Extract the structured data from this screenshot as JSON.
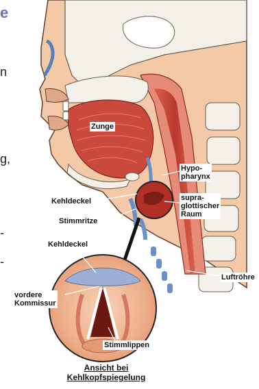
{
  "labels": {
    "zunge": "Zunge",
    "hypopharynx": [
      "Hypo-",
      "pharynx"
    ],
    "supraglottisch": [
      "supra-",
      "glottischer",
      "Raum"
    ],
    "kehldeckel_side": "Kehldeckel",
    "stimmritze": "Stimmritze",
    "kehldeckel_inset": "Kehldeckel",
    "vordere_kommissur": [
      "vordere",
      "Kommissur"
    ],
    "luftroehre": "Luftröhre",
    "stimmlippen": "Stimmlippen",
    "ansicht": [
      "Ansicht bei",
      "Kehlkopfspiegelung"
    ]
  },
  "edge_text": {
    "title_fragment": "e",
    "fragments": [
      "n",
      "g,",
      "-",
      "-"
    ]
  },
  "colors": {
    "skin": "#f3c9a8",
    "muscle": "#c94a3c",
    "mucosa": "#e58b78",
    "cartilage": "#6b8fc7",
    "bone": "#f4f1ea",
    "airway": "#b23026"
  }
}
